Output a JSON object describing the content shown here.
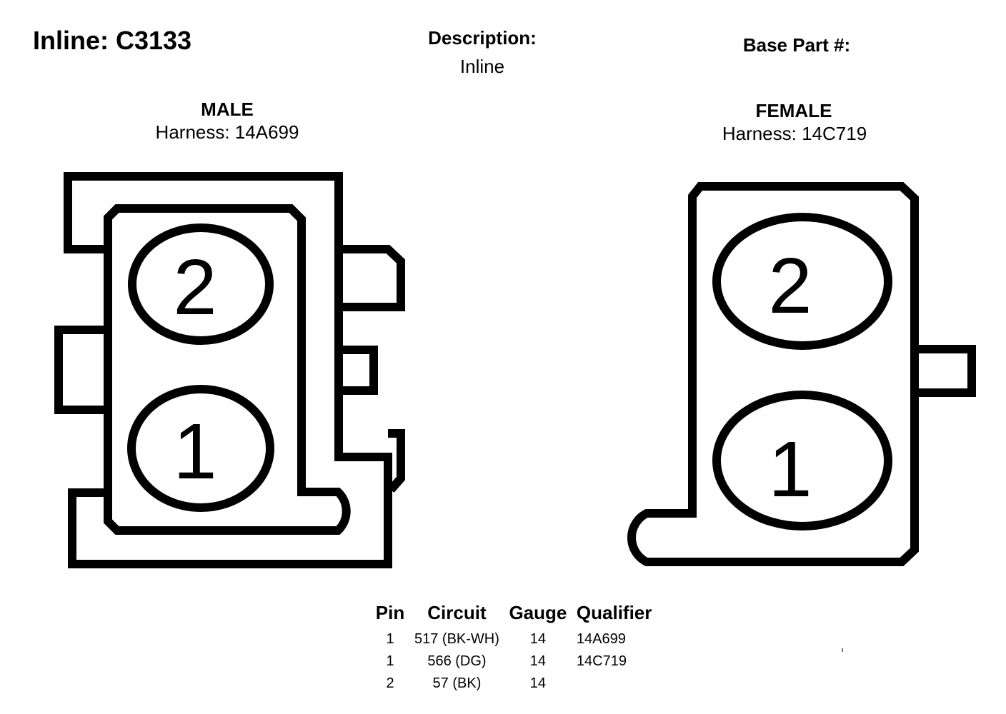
{
  "header": {
    "title": "Inline: C3133",
    "description_label": "Description:",
    "description_value": "Inline",
    "base_part_label": "Base Part #:"
  },
  "male": {
    "label": "MALE",
    "harness": "Harness: 14A699",
    "pins": [
      "2",
      "1"
    ]
  },
  "female": {
    "label": "FEMALE",
    "harness": "Harness: 14C719",
    "pins": [
      "2",
      "1"
    ]
  },
  "pin_table": {
    "headers": [
      "Pin",
      "Circuit",
      "Gauge",
      "Qualifier"
    ],
    "rows": [
      [
        "1",
        "517 (BK-WH)",
        "14",
        "14A699"
      ],
      [
        "1",
        "566 (DG)",
        "14",
        "14C719"
      ],
      [
        "2",
        "57 (BK)",
        "14",
        ""
      ]
    ]
  }
}
